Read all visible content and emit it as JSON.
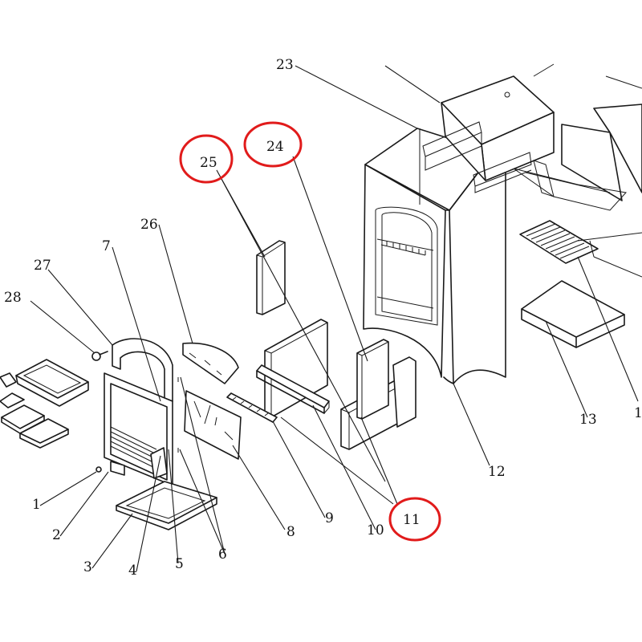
{
  "diagram": {
    "callouts": [
      {
        "id": "1",
        "text": "1"
      },
      {
        "id": "2",
        "text": "2"
      },
      {
        "id": "3",
        "text": "3"
      },
      {
        "id": "4",
        "text": "4"
      },
      {
        "id": "5",
        "text": "5"
      },
      {
        "id": "6",
        "text": "6"
      },
      {
        "id": "7",
        "text": "7"
      },
      {
        "id": "8",
        "text": "8"
      },
      {
        "id": "9",
        "text": "9"
      },
      {
        "id": "10",
        "text": "10"
      },
      {
        "id": "11",
        "text": "11"
      },
      {
        "id": "12",
        "text": "12"
      },
      {
        "id": "13",
        "text": "13"
      },
      {
        "id": "1x",
        "text": "1"
      },
      {
        "id": "24",
        "text": "24"
      },
      {
        "id": "25",
        "text": "25"
      },
      {
        "id": "26",
        "text": "26"
      },
      {
        "id": "27",
        "text": "27"
      },
      {
        "id": "28",
        "text": "28"
      },
      {
        "id": "23",
        "text": "23"
      }
    ],
    "highlighted": [
      "24",
      "25",
      "11"
    ],
    "highlight_color": "#e11b1b"
  }
}
